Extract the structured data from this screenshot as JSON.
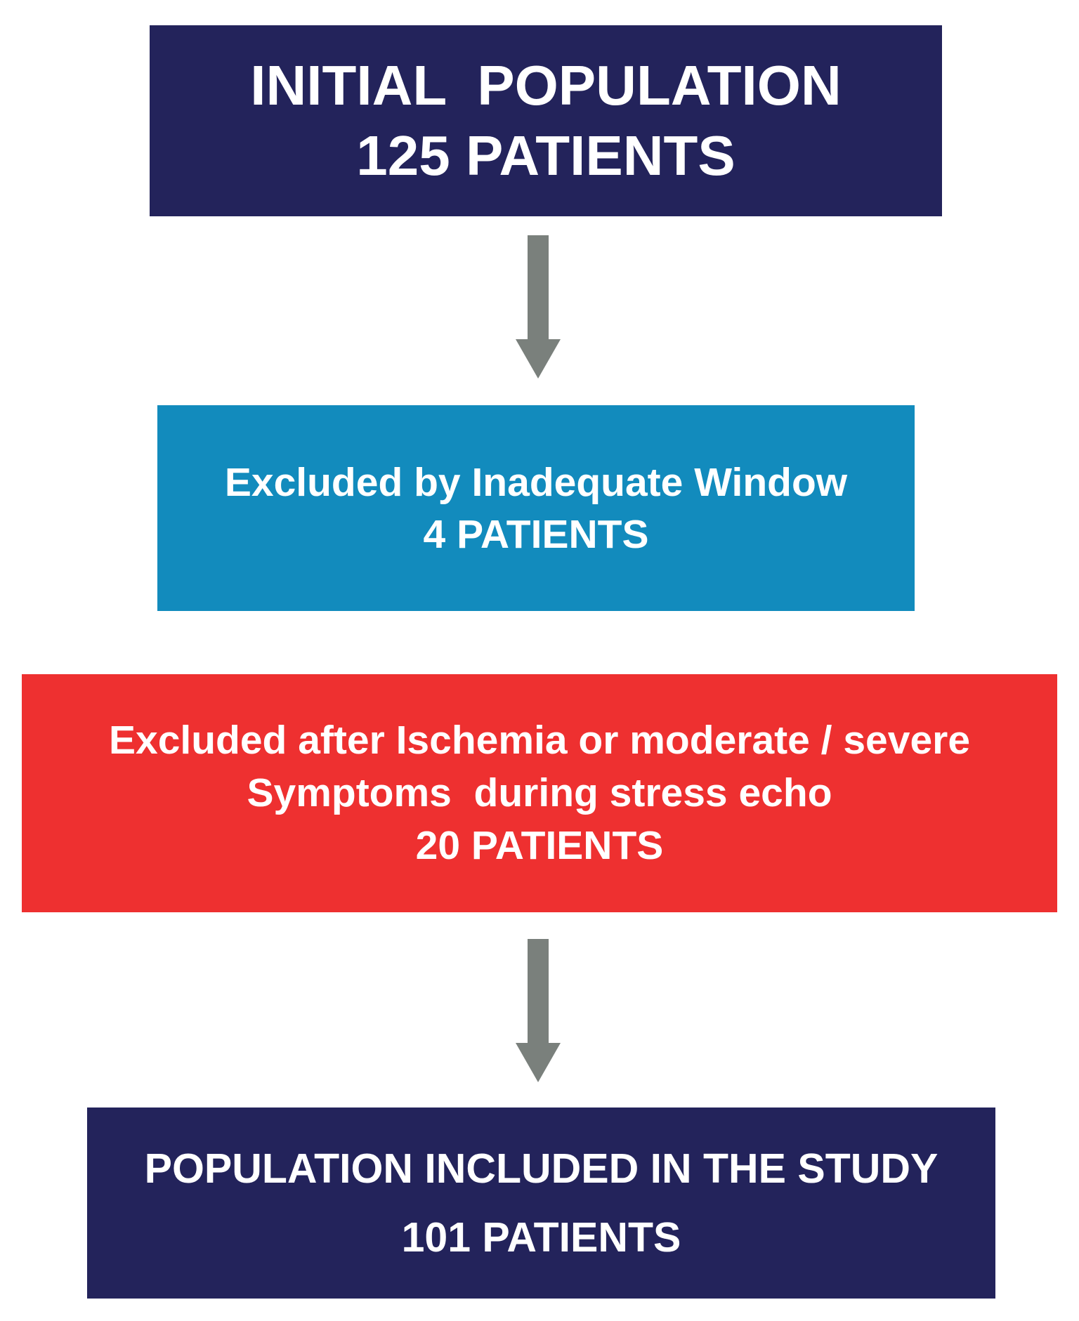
{
  "colors": {
    "dark_navy": "#23235b",
    "light_blue": "#128bbd",
    "red": "#ee3030",
    "arrow_gray": "#7a807c",
    "text": "#ffffff"
  },
  "diagram": {
    "initial": {
      "line1": "INITIAL  POPULATION",
      "line2": "125 PATIENTS"
    },
    "excluded_window": {
      "line1": "Excluded by Inadequate Window",
      "line2": "4 PATIENTS"
    },
    "excluded_ischemia": {
      "line1": "Excluded after Ischemia or moderate / severe",
      "line2": "Symptoms  during stress echo",
      "line3": "20 PATIENTS"
    },
    "included": {
      "line1": "POPULATION INCLUDED IN THE STUDY",
      "line2": "101 PATIENTS"
    }
  }
}
